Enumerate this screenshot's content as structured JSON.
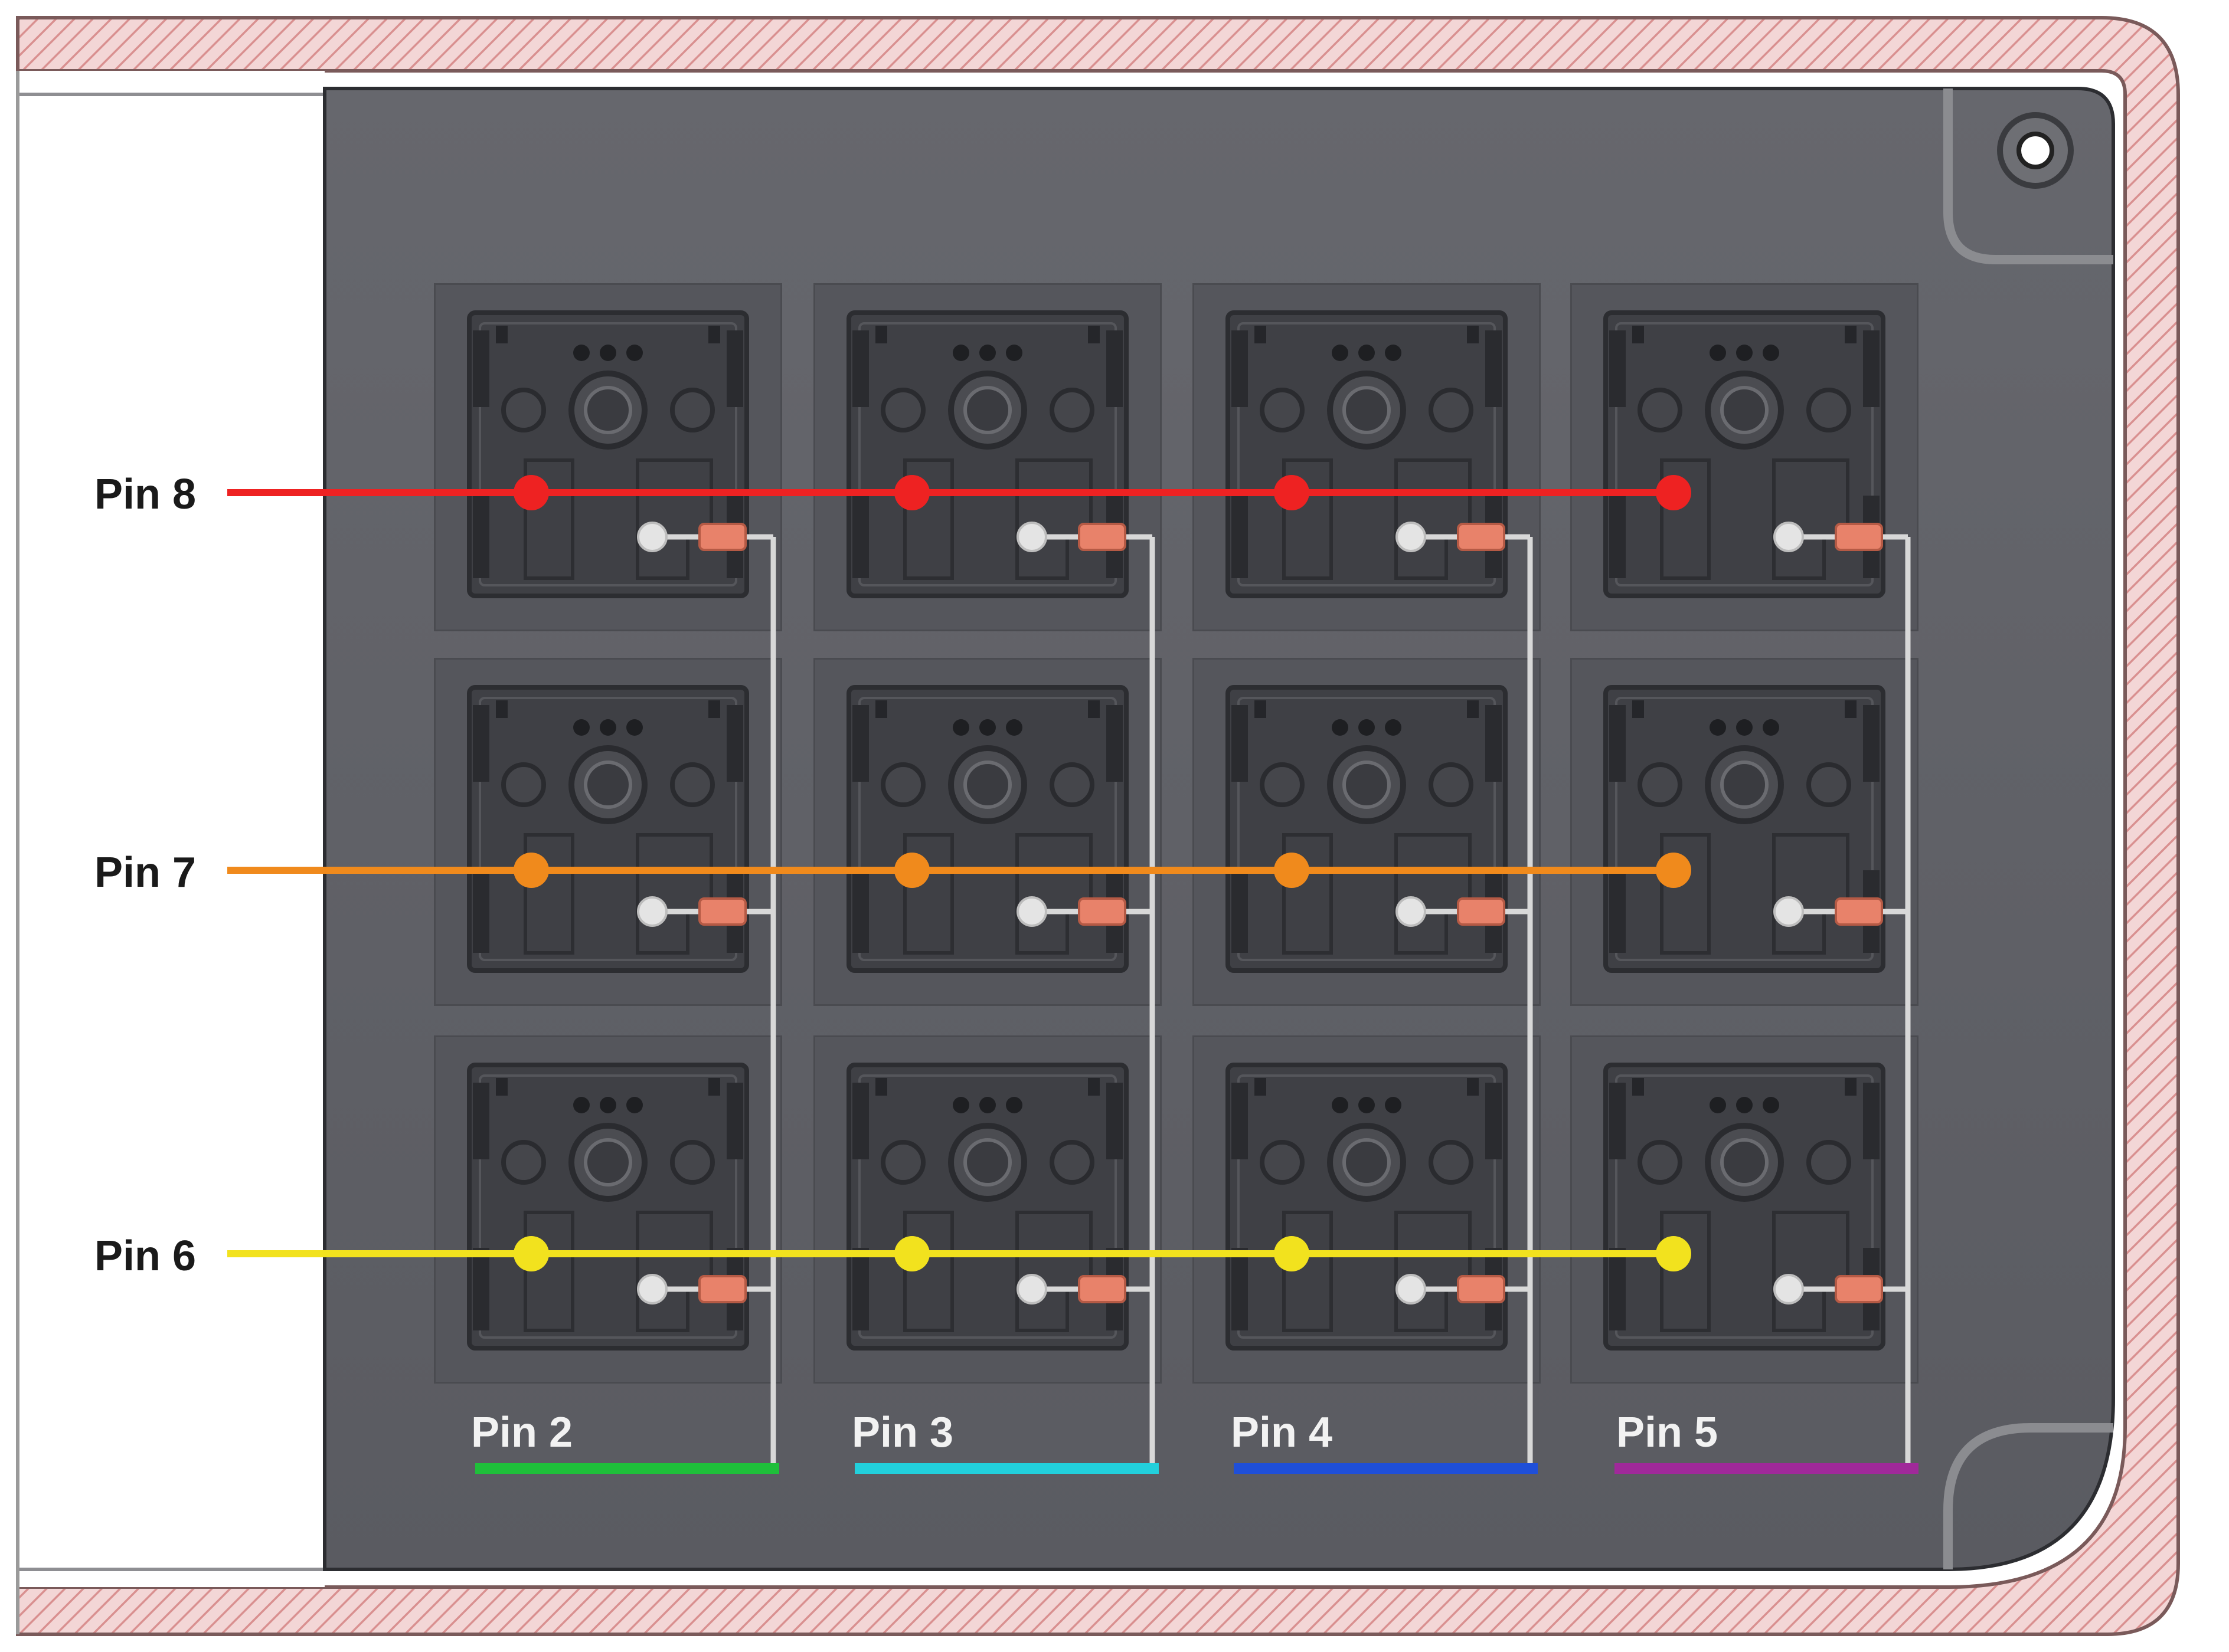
{
  "rows": [
    {
      "label": "Pin 8",
      "color": "#ee2222"
    },
    {
      "label": "Pin 7",
      "color": "#f08a1c"
    },
    {
      "label": "Pin 6",
      "color": "#f2e21e"
    }
  ],
  "columns": [
    {
      "label": "Pin 2",
      "color": "#1fbf3a"
    },
    {
      "label": "Pin 3",
      "color": "#22d0dc"
    },
    {
      "label": "Pin 4",
      "color": "#1f4fd8"
    },
    {
      "label": "Pin 5",
      "color": "#a0299a"
    }
  ],
  "colors": {
    "case_wall": "#efc9c9",
    "case_hatch": "#d88a8a",
    "plate": "#5f6066",
    "switch_body": "#3e3f44",
    "column_wire": "#d8d8d8",
    "diode_body": "#e8826a"
  }
}
